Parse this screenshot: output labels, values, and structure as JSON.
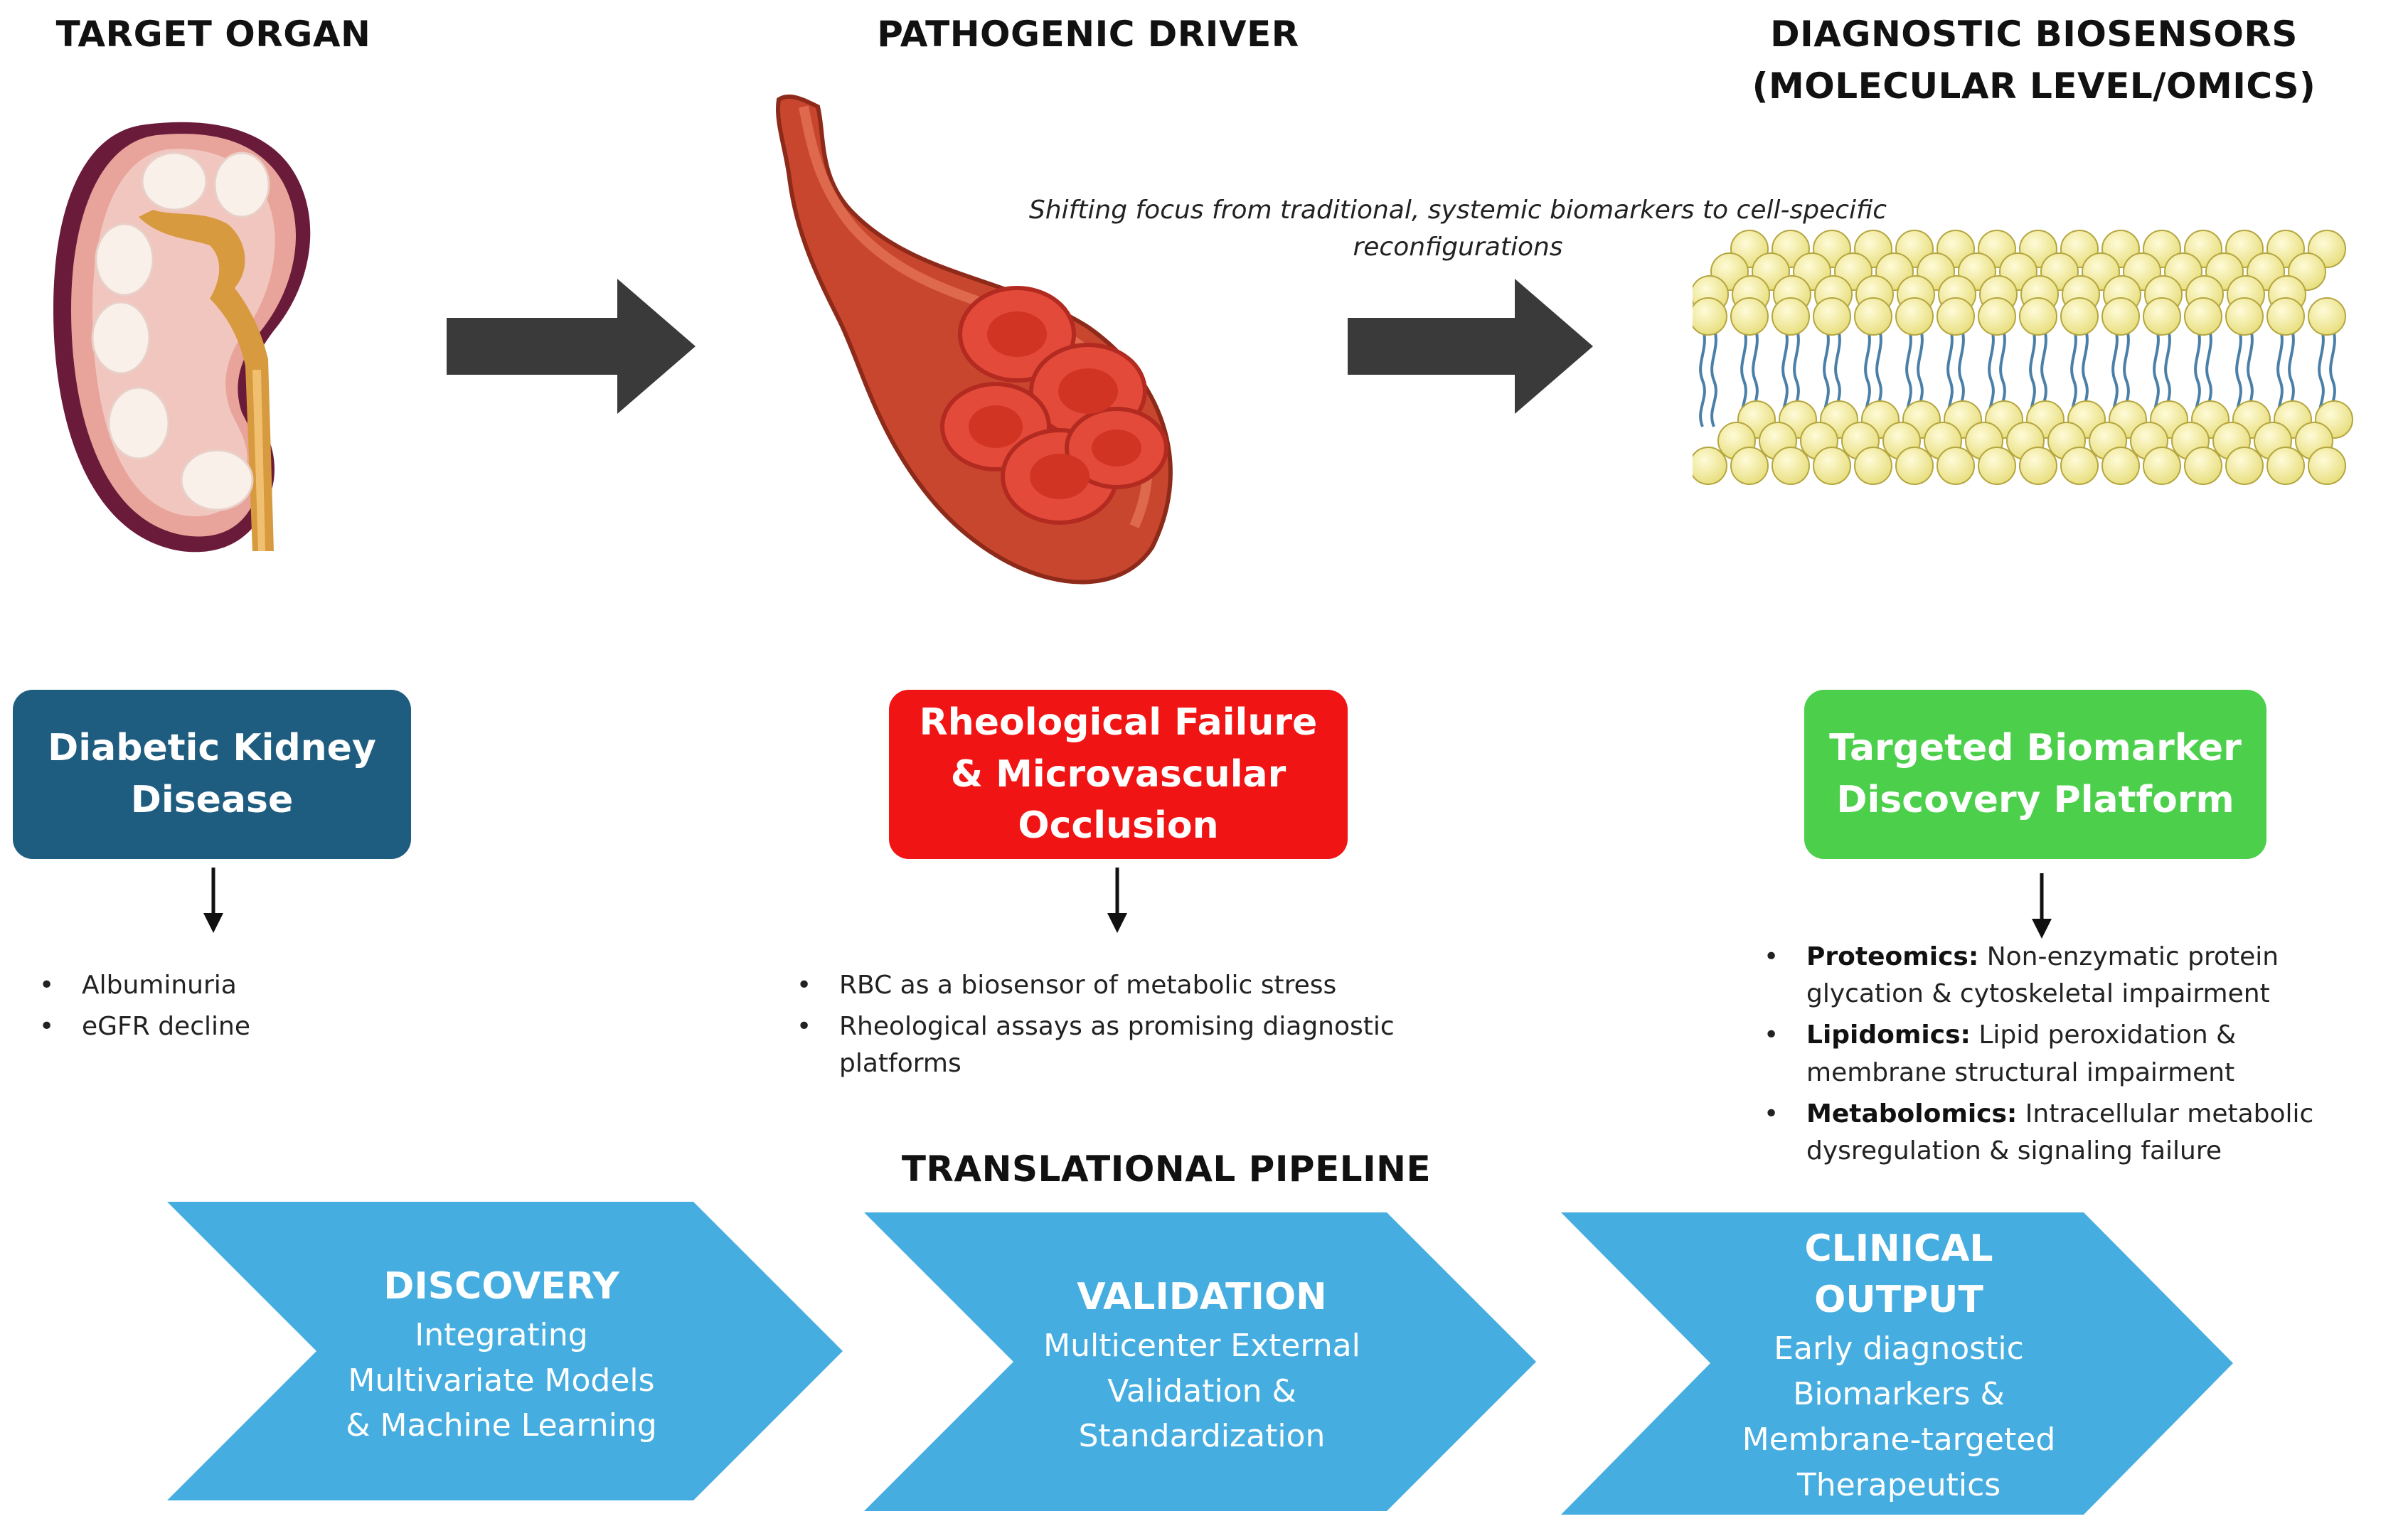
{
  "headings": {
    "organ": "TARGET ORGAN",
    "driver": "PATHOGENIC DRIVER",
    "biosensors_line1": "DIAGNOSTIC BIOSENSORS",
    "biosensors_line2": "(MOLECULAR LEVEL/OMICS)"
  },
  "shift_note": {
    "line1": "Shifting focus from traditional, systemic biomarkers to cell-specific",
    "line2": "reconfigurations"
  },
  "boxes": {
    "dkd": {
      "line1": "Diabetic Kidney",
      "line2": "Disease",
      "color": "#1f5d80"
    },
    "rheo": {
      "line1": "Rheological Failure",
      "line2": "& Microvascular",
      "line3": "Occlusion",
      "color": "#f01414"
    },
    "platform": {
      "line1": "Targeted Biomarker",
      "line2": "Discovery Platform",
      "color": "#4cd04c"
    }
  },
  "dkd_bullets": [
    "Albuminuria",
    "eGFR decline"
  ],
  "rheo_bullets": {
    "item1": "RBC as a biosensor of metabolic stress",
    "item2_line1": "Rheological assays as promising diagnostic",
    "item2_line2": "platforms"
  },
  "omics_bullets": [
    {
      "label": "Proteomics:",
      "line1": " Non-enzymatic protein",
      "line2": "glycation & cytoskeletal impairment"
    },
    {
      "label": "Lipidomics:",
      "line1": " Lipid peroxidation &",
      "line2": "membrane structural impairment"
    },
    {
      "label": "Metabolomics:",
      "line1": " Intracellular metabolic",
      "line2": "dysregulation & signaling failure"
    }
  ],
  "bullet_glyph": "•",
  "pipeline_title": "TRANSLATIONAL PIPELINE",
  "pipeline": [
    {
      "title": "DISCOVERY",
      "desc": [
        "Integrating",
        "Multivariate Models",
        "& Machine Learning"
      ]
    },
    {
      "title": "VALIDATION",
      "desc": [
        "Multicenter External",
        "Validation &",
        "Standardization"
      ]
    },
    {
      "title_lines": [
        "CLINICAL",
        "OUTPUT"
      ],
      "desc": [
        "Early diagnostic",
        "Biomarkers &",
        "Membrane-targeted",
        "Therapeutics"
      ]
    }
  ],
  "colors": {
    "chevron": "#45ade0",
    "arrow": "#3a3a3a"
  },
  "icons": [
    "kidney-illustration",
    "blood-vessel-illustration",
    "lipid-bilayer-illustration",
    "arrow-right-icon",
    "arrow-down-icon"
  ]
}
